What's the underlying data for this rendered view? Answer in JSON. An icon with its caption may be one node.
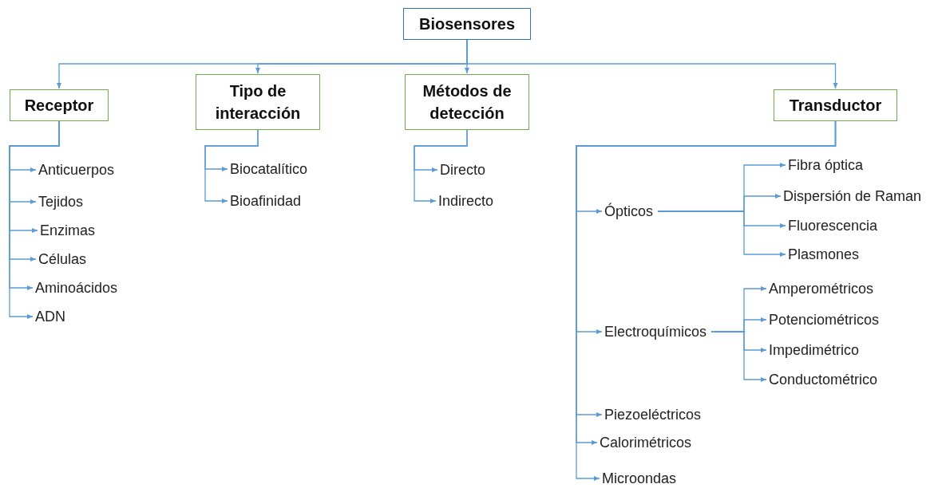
{
  "diagram": {
    "nodes": [
      {
        "text": [
          "Biosensores"
        ]
      },
      {
        "text": [
          "Receptor"
        ]
      },
      {
        "text": [
          "Tipo de interacción"
        ]
      },
      {
        "text": [
          "Métodos de detección"
        ]
      },
      {
        "text": [
          "Transductor"
        ]
      },
      {
        "text": [
          "Anticuerpos"
        ]
      },
      {
        "text": [
          "Tejidos"
        ]
      },
      {
        "text": [
          "Enzimas"
        ]
      },
      {
        "text": [
          "Células"
        ]
      },
      {
        "text": [
          "Aminoácidos"
        ]
      },
      {
        "text": [
          "ADN"
        ]
      },
      {
        "text": [
          "Biocatalítico"
        ]
      },
      {
        "text": [
          "Bioafinidad"
        ]
      },
      {
        "text": [
          "Directo"
        ]
      },
      {
        "text": [
          "Indirecto"
        ]
      },
      {
        "text": [
          "Ópticos"
        ]
      },
      {
        "text": [
          "Fibra óptica"
        ]
      },
      {
        "text": [
          "Dispersión de Raman"
        ]
      },
      {
        "text": [
          "Fluorescencia"
        ]
      },
      {
        "text": [
          "Plasmones"
        ]
      },
      {
        "text": [
          "Electroquímicos"
        ]
      },
      {
        "text": [
          "Amperométricos"
        ]
      },
      {
        "text": [
          "Potenciométricos"
        ]
      },
      {
        "text": [
          "Impedimétrico"
        ]
      },
      {
        "text": [
          "Conductométrico"
        ]
      },
      {
        "text": [
          "Piezoeléctricos"
        ]
      },
      {
        "text": [
          "Calorimétricos"
        ]
      },
      {
        "text": [
          "Microondas"
        ]
      }
    ],
    "edges": [
      {
        "from": 0,
        "to": 1,
        "arrow": "to"
      },
      {
        "from": 0,
        "to": 2,
        "arrow": "to"
      },
      {
        "from": 0,
        "to": 3,
        "arrow": "to"
      },
      {
        "from": 0,
        "to": 4,
        "arrow": "to"
      },
      {
        "from": 1,
        "to": 5,
        "arrow": "to"
      },
      {
        "from": 1,
        "to": 6,
        "arrow": "to"
      },
      {
        "from": 1,
        "to": 7,
        "arrow": "to"
      },
      {
        "from": 1,
        "to": 8,
        "arrow": "to"
      },
      {
        "from": 1,
        "to": 9,
        "arrow": "to"
      },
      {
        "from": 1,
        "to": 10,
        "arrow": "to"
      },
      {
        "from": 2,
        "to": 11,
        "arrow": "to"
      },
      {
        "from": 2,
        "to": 12,
        "arrow": "to"
      },
      {
        "from": 3,
        "to": 13,
        "arrow": "to"
      },
      {
        "from": 3,
        "to": 14,
        "arrow": "to"
      },
      {
        "from": 4,
        "to": 15,
        "arrow": "to"
      },
      {
        "from": 4,
        "to": 20,
        "arrow": "to"
      },
      {
        "from": 4,
        "to": 25,
        "arrow": "to"
      },
      {
        "from": 4,
        "to": 26,
        "arrow": "to"
      },
      {
        "from": 4,
        "to": 27,
        "arrow": "to"
      },
      {
        "from": 15,
        "to": 16,
        "arrow": "to"
      },
      {
        "from": 15,
        "to": 17,
        "arrow": "to"
      },
      {
        "from": 15,
        "to": 18,
        "arrow": "to"
      },
      {
        "from": 15,
        "to": 19,
        "arrow": "to"
      },
      {
        "from": 20,
        "to": 21,
        "arrow": "to"
      },
      {
        "from": 20,
        "to": 22,
        "arrow": "to"
      },
      {
        "from": 20,
        "to": 23,
        "arrow": "to"
      },
      {
        "from": 20,
        "to": 24,
        "arrow": "to"
      }
    ]
  }
}
